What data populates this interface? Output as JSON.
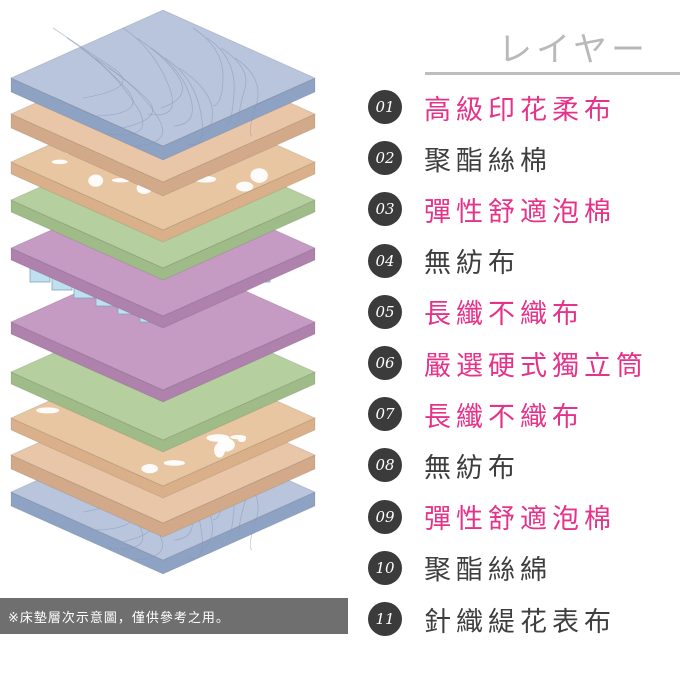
{
  "header": {
    "title": "レイヤー"
  },
  "colors": {
    "pink": "#e6338a",
    "gray": "#3e3e3e",
    "fabric": "#b9c5dc",
    "beige": "#e9c6a8",
    "foam": "#e8c6a2",
    "green": "#b6cf9f",
    "purple": "#c59ac3",
    "spring": "#bfe0ef"
  },
  "layers": [
    {
      "number": "01",
      "label": "高級印花柔布",
      "color": "pink"
    },
    {
      "number": "02",
      "label": "聚酯絲棉",
      "color": "gray"
    },
    {
      "number": "03",
      "label": "彈性舒適泡棉",
      "color": "pink"
    },
    {
      "number": "04",
      "label": "無紡布",
      "color": "gray"
    },
    {
      "number": "05",
      "label": "長纖不織布",
      "color": "pink"
    },
    {
      "number": "06",
      "label": "嚴選硬式獨立筒",
      "color": "pink"
    },
    {
      "number": "07",
      "label": "長纖不織布",
      "color": "pink"
    },
    {
      "number": "08",
      "label": "無紡布",
      "color": "gray"
    },
    {
      "number": "09",
      "label": "彈性舒適泡棉",
      "color": "pink"
    },
    {
      "number": "10",
      "label": "聚酯絲綿",
      "color": "gray"
    },
    {
      "number": "11",
      "label": "針織緹花表布",
      "color": "gray"
    }
  ],
  "note": {
    "text": "※床墊層次示意圖，僅供參考之用。"
  }
}
